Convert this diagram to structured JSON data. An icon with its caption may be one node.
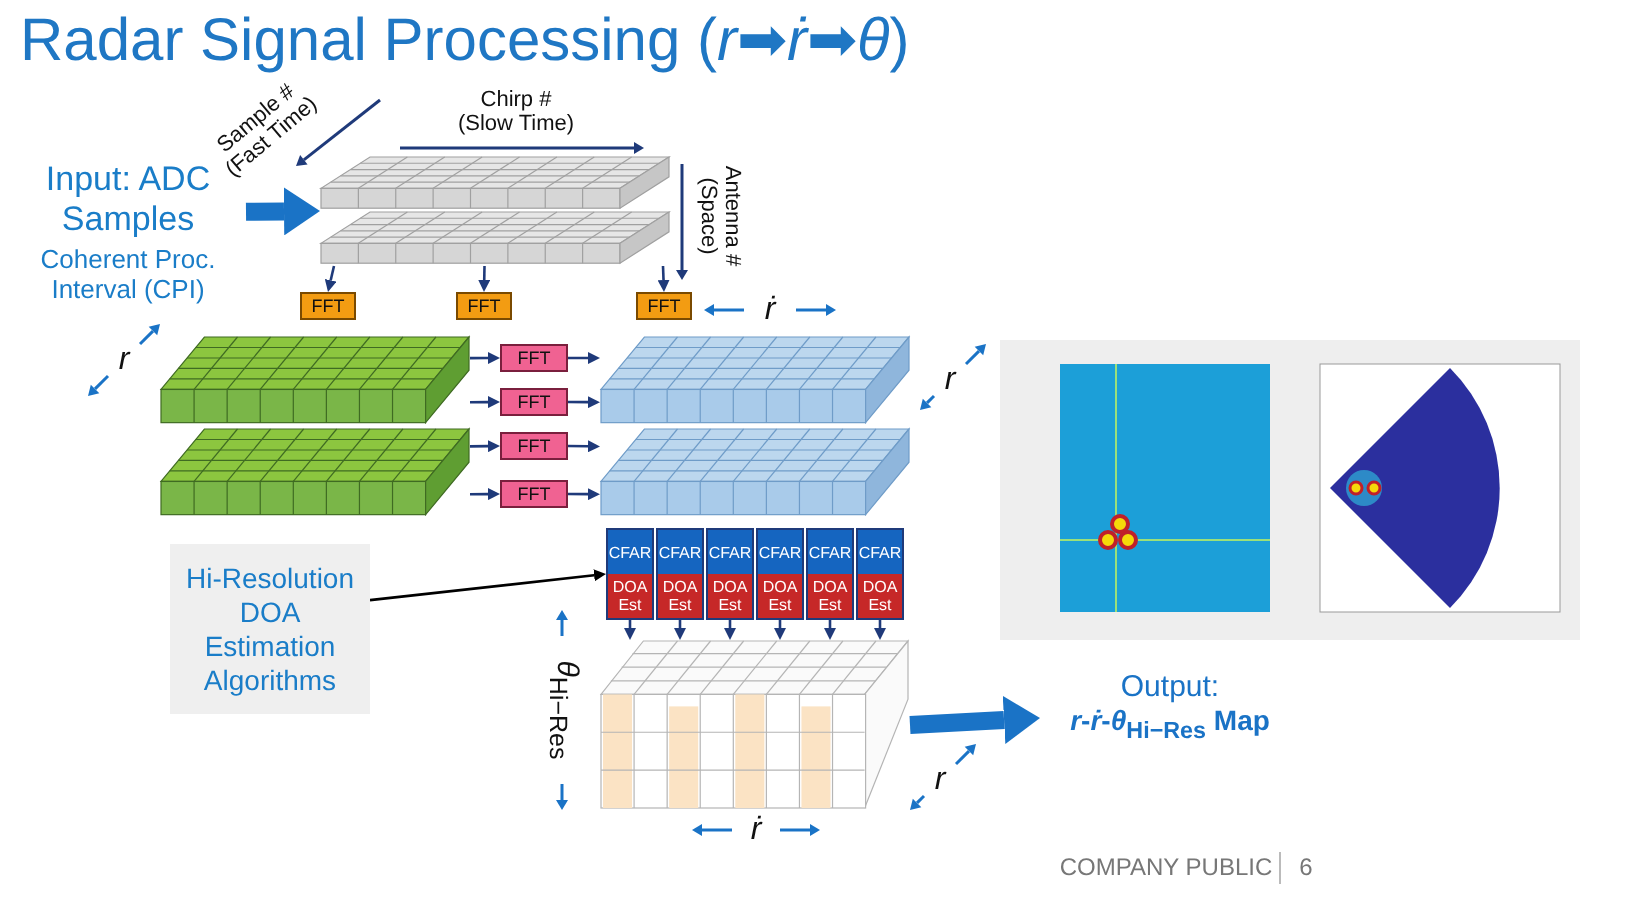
{
  "diagram": {
    "title": "Radar Signal Processing (*r*➡*ṙ*➡*θ*)",
    "nodes": [
      {
        "text": [
          "Input: ADC Samples",
          "Coherent Proc. Interval (CPI)"
        ]
      },
      {
        "text": [],
        "shape": "picture"
      },
      {
        "text": [
          "FFT"
        ]
      },
      {
        "text": [
          "FFT"
        ]
      },
      {
        "text": [
          "FFT"
        ]
      },
      {
        "text": [],
        "shape": "picture"
      },
      {
        "text": [
          "FFT"
        ]
      },
      {
        "text": [
          "FFT"
        ]
      },
      {
        "text": [
          "FFT"
        ]
      },
      {
        "text": [
          "FFT"
        ]
      },
      {
        "text": [],
        "shape": "picture"
      },
      {
        "text": [
          "CFAR",
          "DOA Est"
        ]
      },
      {
        "text": [
          "CFAR",
          "DOA Est"
        ]
      },
      {
        "text": [
          "CFAR",
          "DOA Est"
        ]
      },
      {
        "text": [
          "CFAR",
          "DOA Est"
        ]
      },
      {
        "text": [
          "CFAR",
          "DOA Est"
        ]
      },
      {
        "text": [
          "CFAR",
          "DOA Est"
        ]
      },
      {
        "text": [
          "Hi-Resolution DOA Estimation Algorithms"
        ]
      },
      {
        "text": [],
        "shape": "picture"
      },
      {
        "text": [
          "Output:",
          "*r*-*ṙ*-*θ*$_{Hi−Res}$ Map"
        ]
      }
    ],
    "edges": [
      {
        "from": 0,
        "to": 1,
        "arrow": "to",
        "style": "thick",
        "color": "#1a73c6"
      },
      {
        "from": 1,
        "to": 2,
        "arrow": "to"
      },
      {
        "from": 1,
        "to": 3,
        "arrow": "to"
      },
      {
        "from": 1,
        "to": 4,
        "arrow": "to"
      },
      {
        "from": 5,
        "to": 6,
        "arrow": "to"
      },
      {
        "from": 5,
        "to": 7,
        "arrow": "to"
      },
      {
        "from": 5,
        "to": 8,
        "arrow": "to"
      },
      {
        "from": 5,
        "to": 9,
        "arrow": "to"
      },
      {
        "from": 6,
        "to": 10,
        "arrow": "to"
      },
      {
        "from": 7,
        "to": 10,
        "arrow": "to"
      },
      {
        "from": 8,
        "to": 10,
        "arrow": "to"
      },
      {
        "from": 9,
        "to": 10,
        "arrow": "to"
      },
      {
        "from": 11,
        "to": 18,
        "arrow": "to"
      },
      {
        "from": 12,
        "to": 18,
        "arrow": "to"
      },
      {
        "from": 13,
        "to": 18,
        "arrow": "to"
      },
      {
        "from": 14,
        "to": 18,
        "arrow": "to"
      },
      {
        "from": 15,
        "to": 18,
        "arrow": "to"
      },
      {
        "from": 16,
        "to": 18,
        "arrow": "to"
      },
      {
        "from": 17,
        "to": 11,
        "arrow": "to",
        "color": "#000000"
      },
      {
        "from": 18,
        "to": 19,
        "arrow": "to",
        "style": "thick",
        "color": "#1a73c6"
      }
    ],
    "labels": [
      "Chirp # (Slow Time)",
      "Sample # (Fast Time)",
      "Antenna # (Space)",
      "*ṙ*",
      "*r*",
      "*r*",
      "*θ*$_{Hi−Res}$",
      "*ṙ*",
      "*r*",
      "COMPANY PUBLIC",
      "6"
    ]
  }
}
